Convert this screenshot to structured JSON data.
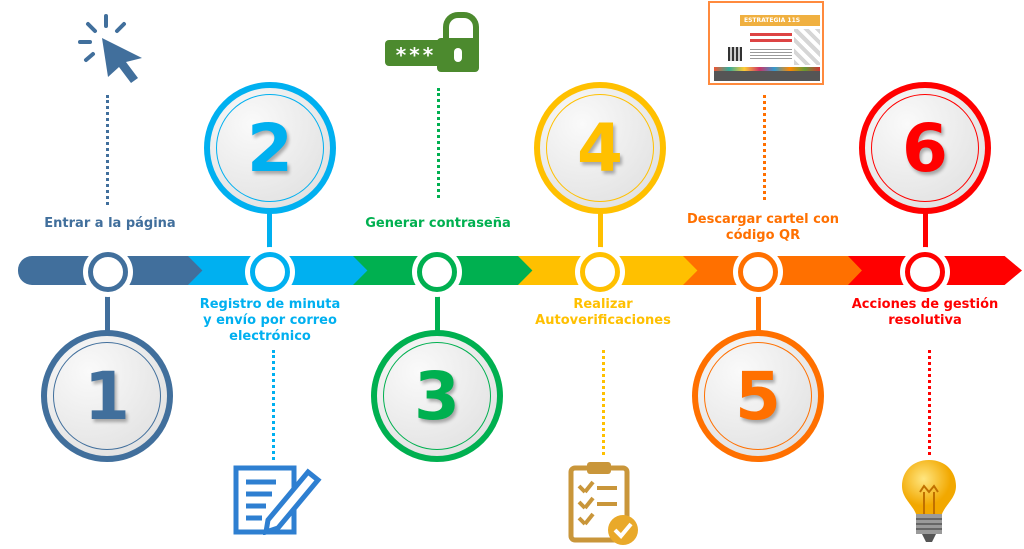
{
  "colors": {
    "step1": "#416f9c",
    "step2": "#00b0f0",
    "step3": "#00b050",
    "step4": "#ffc000",
    "step5": "#ff7000",
    "step6": "#ff0000"
  },
  "steps": [
    {
      "number": "1",
      "label": "Entrar a la página",
      "icon": "cursor-click-icon"
    },
    {
      "number": "2",
      "label": "Registro de minuta y envío por correo electrónico",
      "icon": "document-pen-icon"
    },
    {
      "number": "3",
      "label": "Generar contraseña",
      "icon": "password-lock-icon"
    },
    {
      "number": "4",
      "label": "Realizar Autoverificaciones",
      "icon": "clipboard-check-icon"
    },
    {
      "number": "5",
      "label": "Descargar cartel con código QR",
      "icon": "poster-qr-icon"
    },
    {
      "number": "6",
      "label": "Acciones de gestión resolutiva",
      "icon": "lightbulb-icon"
    }
  ],
  "poster": {
    "title": "ESTRATEGIA 11S"
  },
  "password": {
    "mask": "***"
  }
}
